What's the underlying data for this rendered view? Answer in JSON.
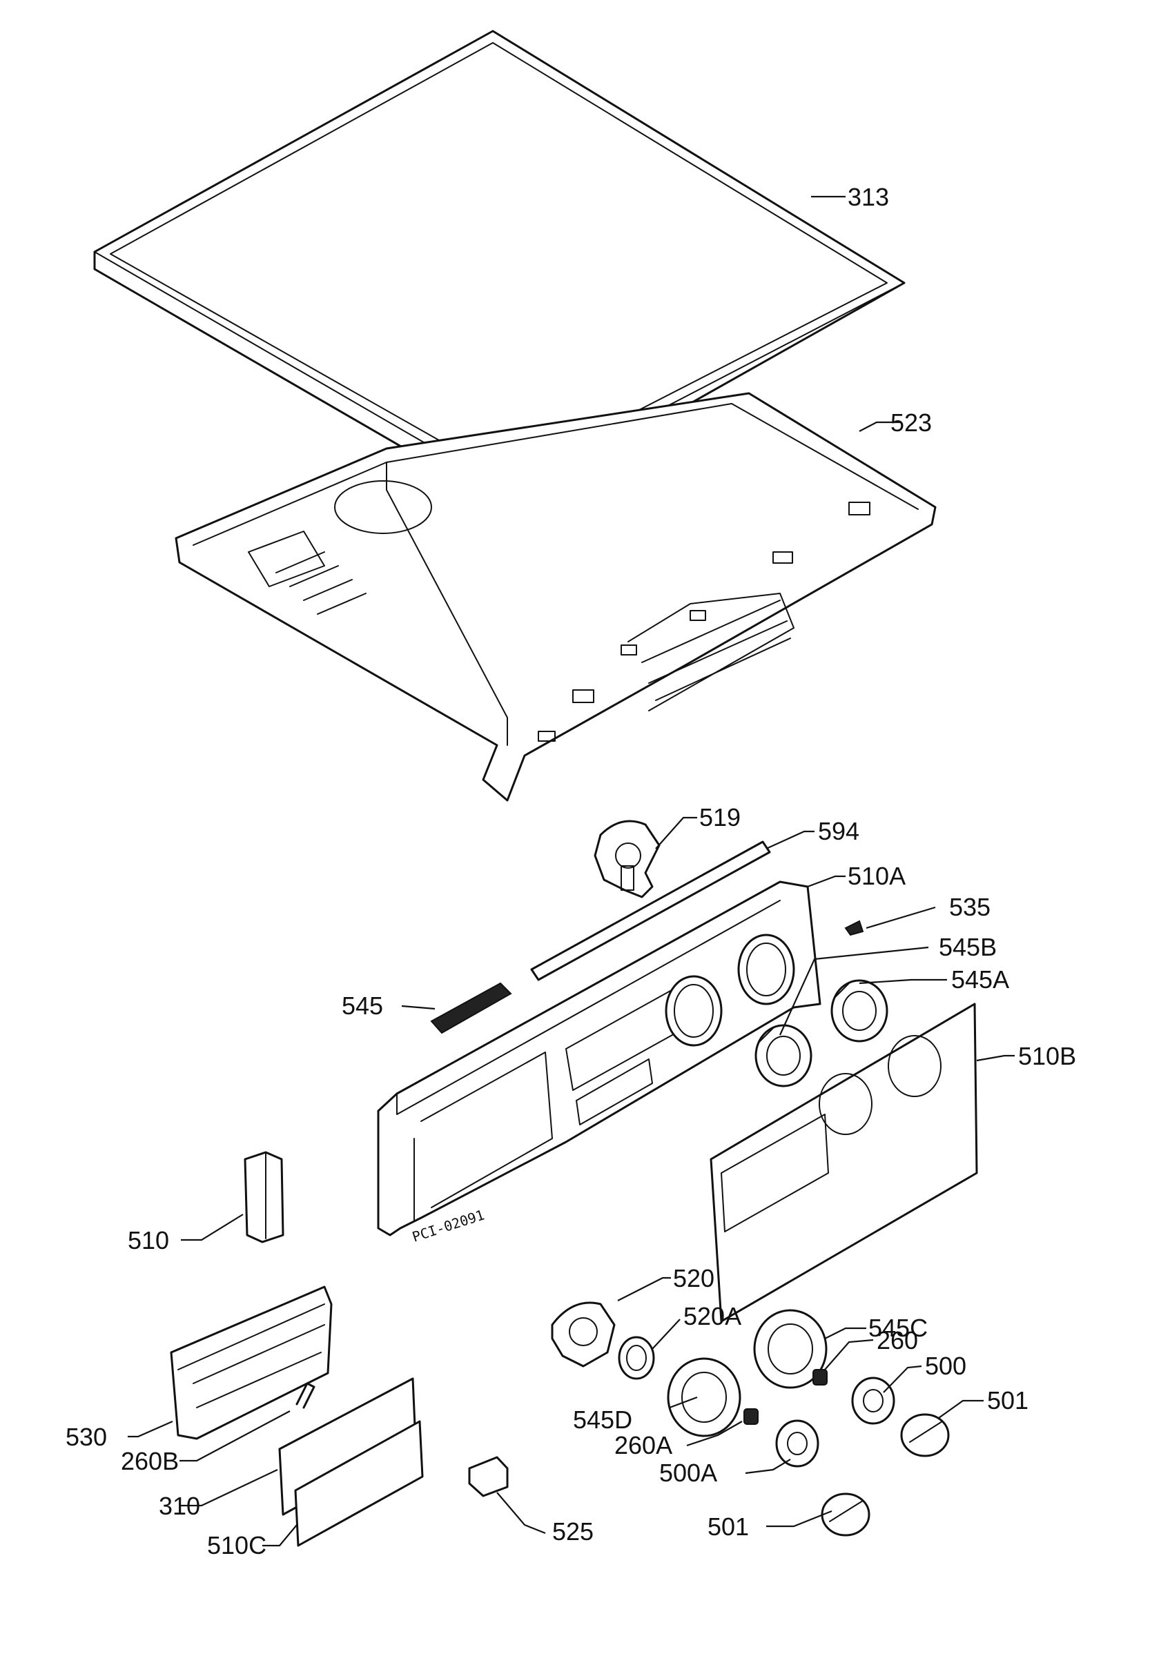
{
  "colors": {
    "ink": "#111111",
    "paper": "#ffffff"
  },
  "serial_code": "PCI-02091",
  "callouts": {
    "p313": "313",
    "p523": "523",
    "p519": "519",
    "p594": "594",
    "p510a": "510A",
    "p535": "535",
    "p545b": "545B",
    "p545a": "545A",
    "p545": "545",
    "p510b": "510B",
    "p510": "510",
    "p520": "520",
    "p520a": "520A",
    "p545c": "545C",
    "p260": "260",
    "p500": "500",
    "p501a": "501",
    "p530": "530",
    "p545d": "545D",
    "p260a": "260A",
    "p260b": "260B",
    "p500a": "500A",
    "p310": "310",
    "p501b": "501",
    "p525": "525",
    "p510c": "510C"
  }
}
